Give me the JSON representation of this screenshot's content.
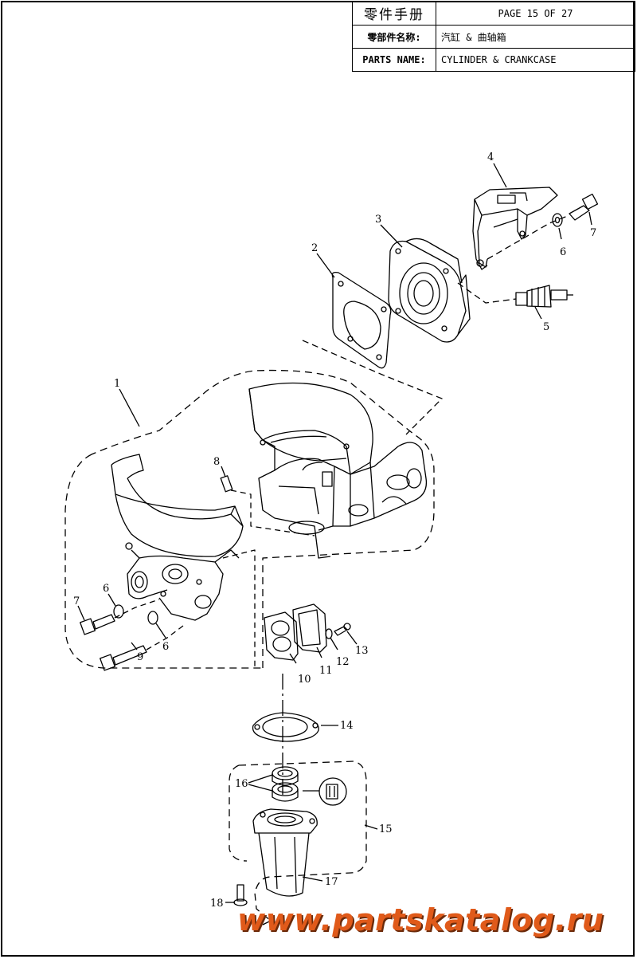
{
  "header": {
    "title": "零件手册",
    "page": "PAGE 15 OF 27",
    "part_name_cn_label": "零部件名称:",
    "part_name_cn": "汽缸 & 曲轴箱",
    "part_name_en_label": "PARTS NAME:",
    "part_name_en": "CYLINDER & CRANKCASE"
  },
  "callouts": [
    {
      "id": "c1",
      "text": "1"
    },
    {
      "id": "c2",
      "text": "2"
    },
    {
      "id": "c3",
      "text": "3"
    },
    {
      "id": "c4",
      "text": "4"
    },
    {
      "id": "c5",
      "text": "5"
    },
    {
      "id": "c6a",
      "text": "6"
    },
    {
      "id": "c7a",
      "text": "7"
    },
    {
      "id": "c6b",
      "text": "6"
    },
    {
      "id": "c7b",
      "text": "7"
    },
    {
      "id": "c6c",
      "text": "6"
    },
    {
      "id": "c8",
      "text": "8"
    },
    {
      "id": "c9",
      "text": "9"
    },
    {
      "id": "c10",
      "text": "10"
    },
    {
      "id": "c11",
      "text": "11"
    },
    {
      "id": "c12",
      "text": "12"
    },
    {
      "id": "c13",
      "text": "13"
    },
    {
      "id": "c14",
      "text": "14"
    },
    {
      "id": "c15",
      "text": "15"
    },
    {
      "id": "c16",
      "text": "16"
    },
    {
      "id": "c17",
      "text": "17"
    },
    {
      "id": "c18",
      "text": "18"
    }
  ],
  "watermark": "www.partskatalog.ru",
  "colors": {
    "line": "#000000",
    "watermark": "#e05a1a"
  }
}
